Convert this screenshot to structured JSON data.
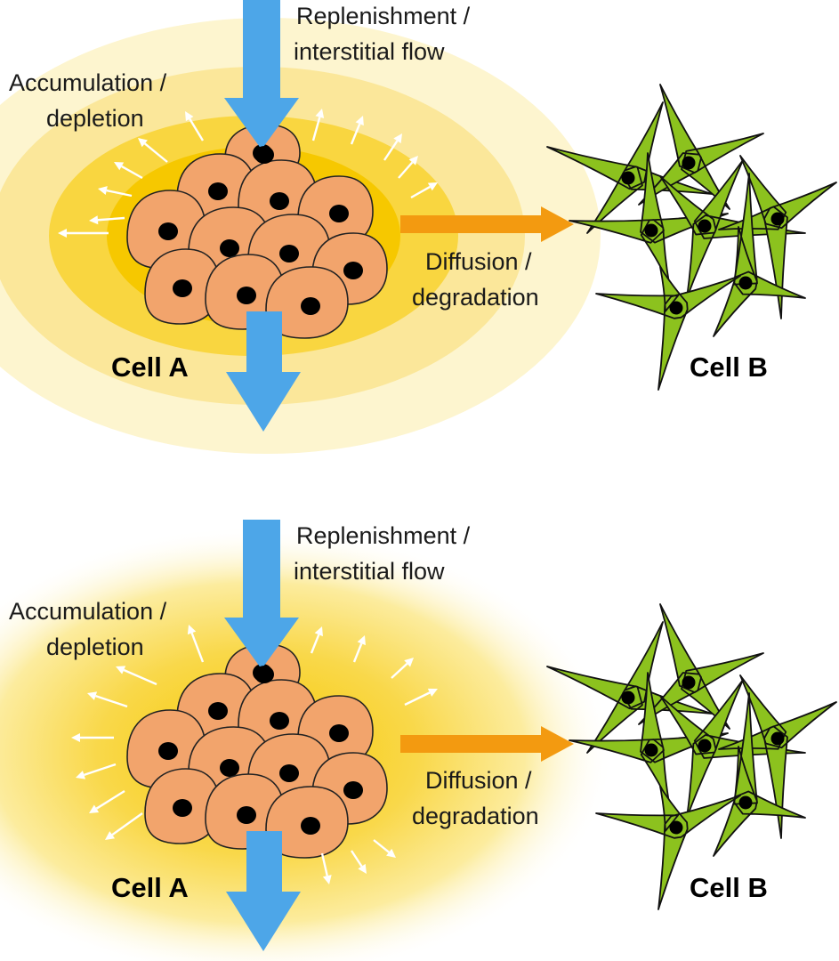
{
  "panels": [
    {
      "id": "top",
      "gradient_style": "concentric-bands",
      "labels": {
        "replenishment_line1": "Replenishment /",
        "replenishment_line2": "interstitial flow",
        "accumulation_line1": "Accumulation /",
        "accumulation_line2": "depletion",
        "diffusion_line1": "Diffusion /",
        "diffusion_line2": "degradation",
        "cell_a": "Cell A",
        "cell_b": "Cell B"
      }
    },
    {
      "id": "bottom",
      "gradient_style": "smooth-radial",
      "labels": {
        "replenishment_line1": "Replenishment /",
        "replenishment_line2": "interstitial flow",
        "accumulation_line1": "Accumulation /",
        "accumulation_line2": "depletion",
        "diffusion_line1": "Diffusion /",
        "diffusion_line2": "degradation",
        "cell_a": "Cell A",
        "cell_b": "Cell B"
      }
    }
  ],
  "colors": {
    "flow_arrow": "#4da6e8",
    "diffusion_arrow": "#f39a10",
    "cell_a_fill": "#f2a46c",
    "cell_b_fill": "#8cc21e",
    "nucleus": "#000000",
    "gradient_outer": "#fdf5cf",
    "gradient_mid": "#fbe79a",
    "gradient_inner": "#f9d640",
    "gradient_core": "#f6c800"
  }
}
